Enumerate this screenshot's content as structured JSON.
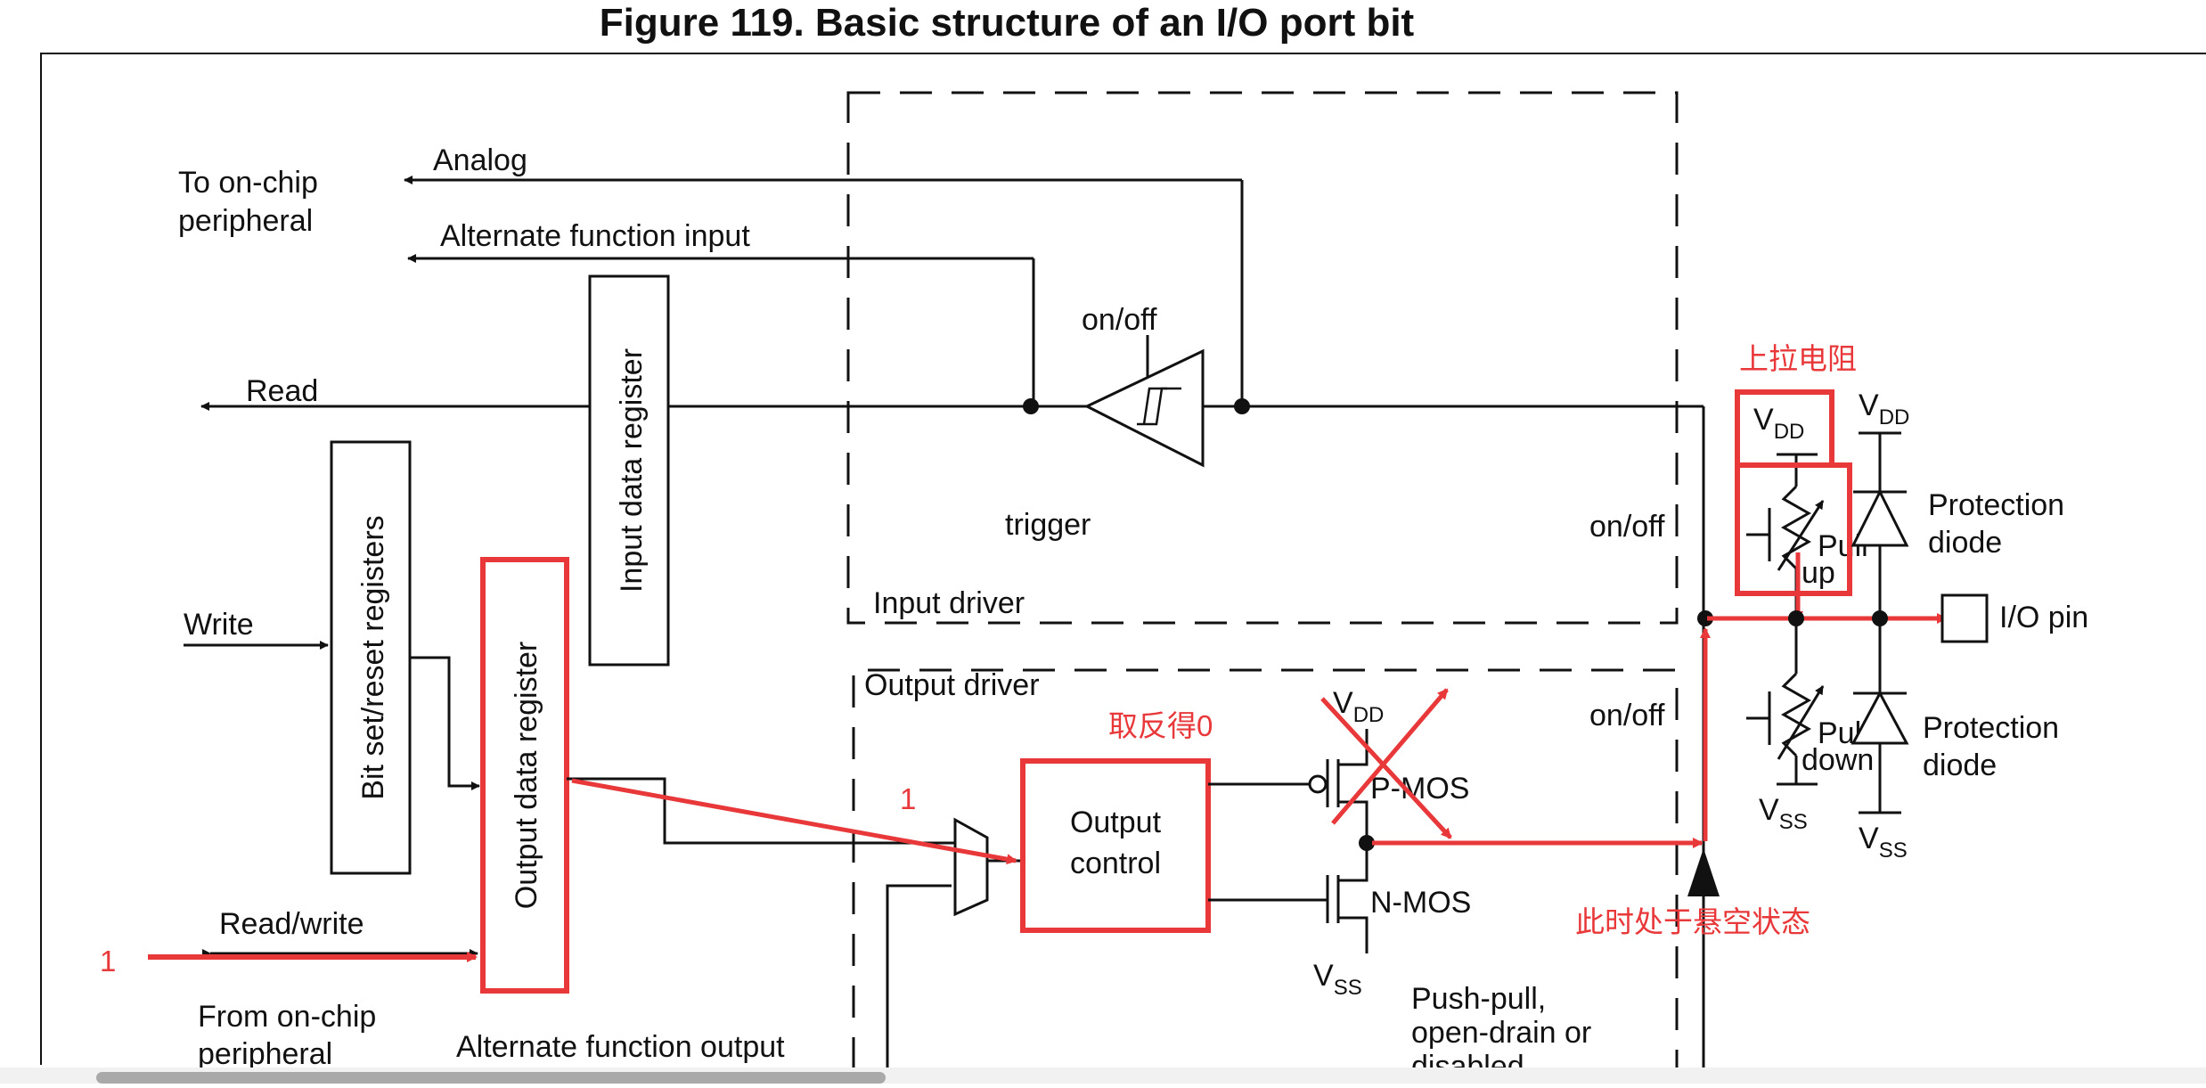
{
  "title": "Figure 119. Basic structure of an I/O port bit",
  "labels": {
    "to_onchip_1": "To on-chip",
    "to_onchip_2": "peripheral",
    "analog": "Analog",
    "alt_func_input": "Alternate function input",
    "read": "Read",
    "input_data_register": "Input data register",
    "on_off_trigger": "on/off",
    "trigger": "trigger",
    "input_driver": "Input driver",
    "on_off_in": "on/off",
    "on_off_out": "on/off",
    "write": "Write",
    "bit_set_reset": "Bit set/reset registers",
    "output_data_register": "Output data register",
    "read_write": "Read/write",
    "from_onchip_1": "From on-chip",
    "from_onchip_2": "peripheral",
    "alt_func_output": "Alternate function output",
    "output_driver": "Output driver",
    "output_control_1": "Output",
    "output_control_2": "control",
    "p_mos": "P-MOS",
    "n_mos": "N-MOS",
    "push_pull_1": "Push-pull,",
    "push_pull_2": "open-drain or",
    "push_pull_3": "disabled",
    "v_main": "V",
    "dd": "DD",
    "ss": "SS",
    "protection_1": "Protection",
    "protection_2": "diode",
    "pull_1": "Pull",
    "pull_up_2": "up",
    "pull_down_2": "down",
    "io_pin": "I/O pin"
  },
  "annotations": {
    "pull_up_resistor": "上拉电阻",
    "invert_zero": "取反得0",
    "one_left": "1",
    "one_mid": "1",
    "floating_state": "此时处于悬空状态"
  },
  "colors": {
    "line": "#111111",
    "annotation": "#e8383a"
  }
}
